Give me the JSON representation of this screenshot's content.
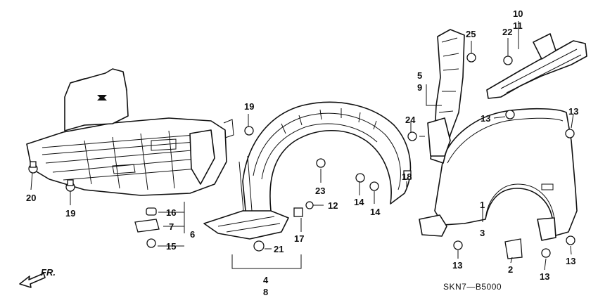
{
  "diagram_code": "SKN7—B5000",
  "direction_label": "FR.",
  "callouts": {
    "c1": "1",
    "c2": "2",
    "c3": "3",
    "c4": "4",
    "c5": "5",
    "c6": "6",
    "c7": "7",
    "c8": "8",
    "c9": "9",
    "c10": "10",
    "c11": "11",
    "c12": "12",
    "c13": "13",
    "c14": "14",
    "c15": "15",
    "c16": "16",
    "c17": "17",
    "c18": "18",
    "c19": "19",
    "c20": "20",
    "c21": "21",
    "c22": "22",
    "c23": "23",
    "c24": "24",
    "c25": "25"
  }
}
